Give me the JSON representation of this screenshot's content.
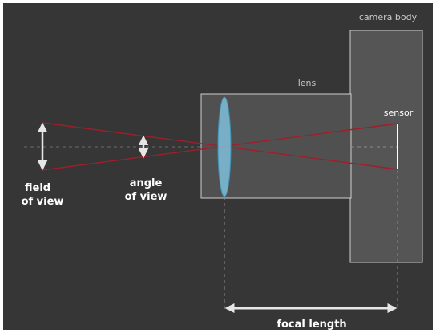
{
  "labels": {
    "camera_body": "camera body",
    "lens": "lens",
    "sensor": "sensor",
    "field_of_view_line1": "field",
    "field_of_view_line2": "of view",
    "angle_of_view_line1": "angle",
    "angle_of_view_line2": "of view",
    "focal_length": "focal length"
  },
  "colors": {
    "background": "#363636",
    "outer_border": "#ffffff",
    "body_fill": "#555555",
    "body_stroke": "#cfcfcf",
    "lens_element_fill": "#7fc0dc",
    "lens_element_stroke": "#3f8fb5",
    "light_rays": "#a01e2a",
    "arrows": "#e6e6e6",
    "guide_lines": "#8a8a8a",
    "sensor_line": "#ffffff"
  }
}
